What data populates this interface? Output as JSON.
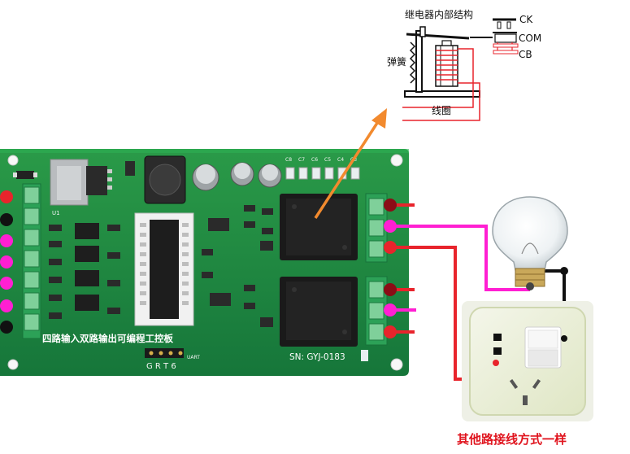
{
  "relay_diagram": {
    "title": "继电器内部结构",
    "spring_label": "弹簧",
    "coil_label": "线圈",
    "contacts": [
      "CK",
      "COM",
      "CB"
    ]
  },
  "board": {
    "caption": "四路输入双路输出可编程工控板",
    "serial": "SN: GYJ-0183",
    "uart_pins": "G R T 6",
    "uart_label": "UART",
    "ic_label": "U1",
    "cap_labels": [
      "C8",
      "C7",
      "C6",
      "C5",
      "C4",
      "C3"
    ]
  },
  "note": "其他路接线方式一样",
  "colors": {
    "pcb_green": "#1f8a3e",
    "wire_red": "#e8242c",
    "wire_magenta": "#ff1fd2",
    "wire_black": "#111111",
    "arrow": "#f28a2e",
    "note_red": "#e0141e"
  },
  "icons": [
    "light-bulb-icon",
    "wall-switch-socket-icon",
    "relay-icon"
  ]
}
